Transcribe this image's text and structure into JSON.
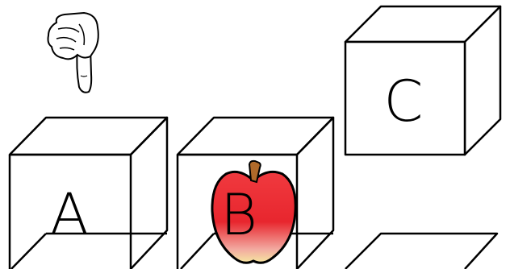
{
  "boxes": [
    {
      "id": "a",
      "label": "A"
    },
    {
      "id": "b",
      "label": "B"
    },
    {
      "id": "c",
      "label": "C"
    }
  ],
  "apple": {
    "color": "#e8262e",
    "highlight": "#f6e6a0",
    "stem_color": "#b06a2a"
  },
  "icons": [
    "pointing-hand-icon",
    "apple-icon"
  ]
}
